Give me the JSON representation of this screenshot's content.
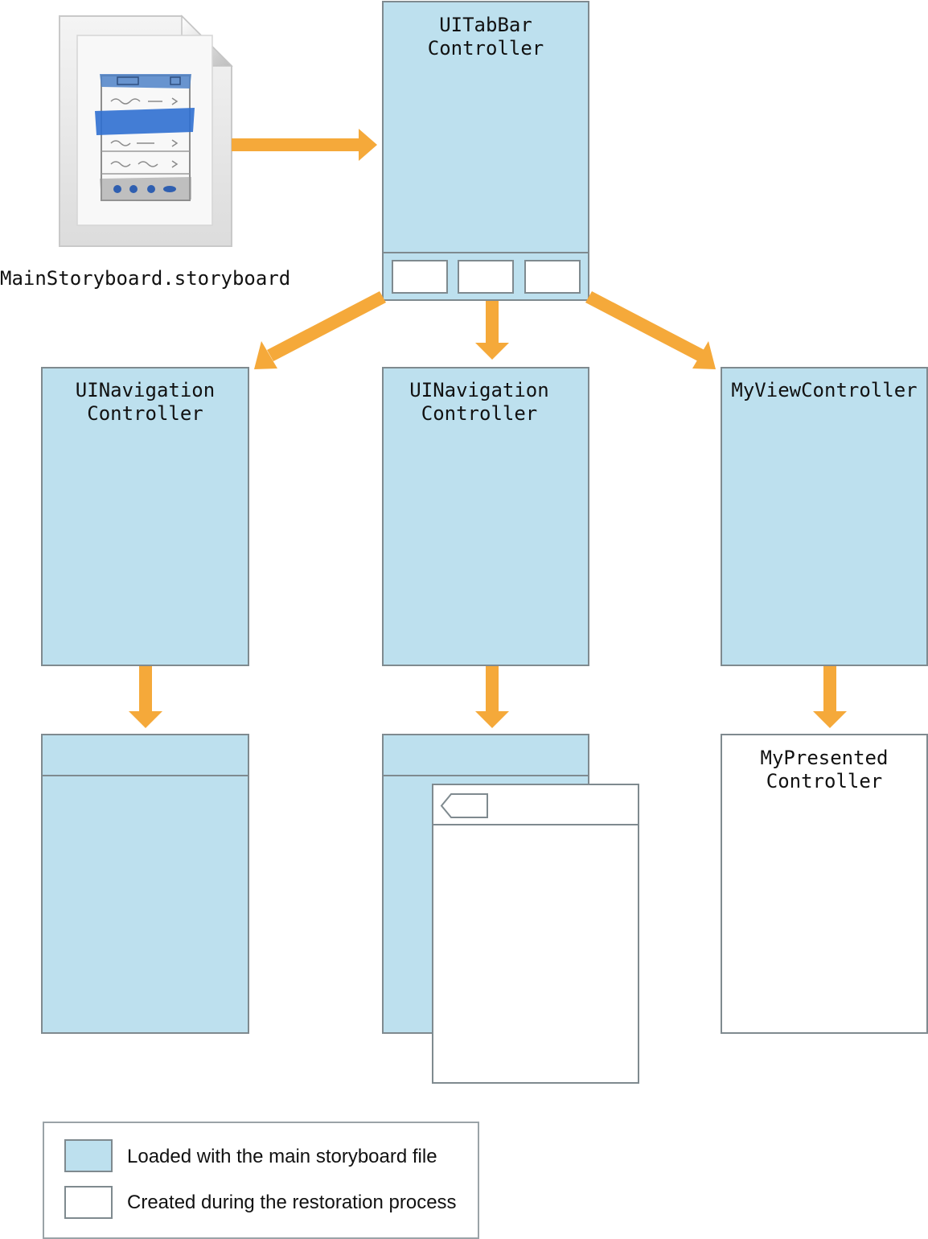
{
  "storyboard": {
    "file_label": "MainStoryboard.storyboard",
    "icon_name": "storyboard-file-icon"
  },
  "controllers": {
    "tab_bar": {
      "title": "UITabBar\nController"
    },
    "nav_left": {
      "title": "UINavigation\nController"
    },
    "nav_middle": {
      "title": "UINavigation\nController"
    },
    "my_view": {
      "title": "MyViewController"
    },
    "my_presented": {
      "title": "MyPresented\nController"
    }
  },
  "legend": {
    "loaded_label": "Loaded with the main storyboard file",
    "created_label": "Created during the restoration process"
  },
  "colors": {
    "loaded": "#bde0ee",
    "created": "#ffffff",
    "arrow": "#f5a93a",
    "border": "#7f8a8f"
  }
}
